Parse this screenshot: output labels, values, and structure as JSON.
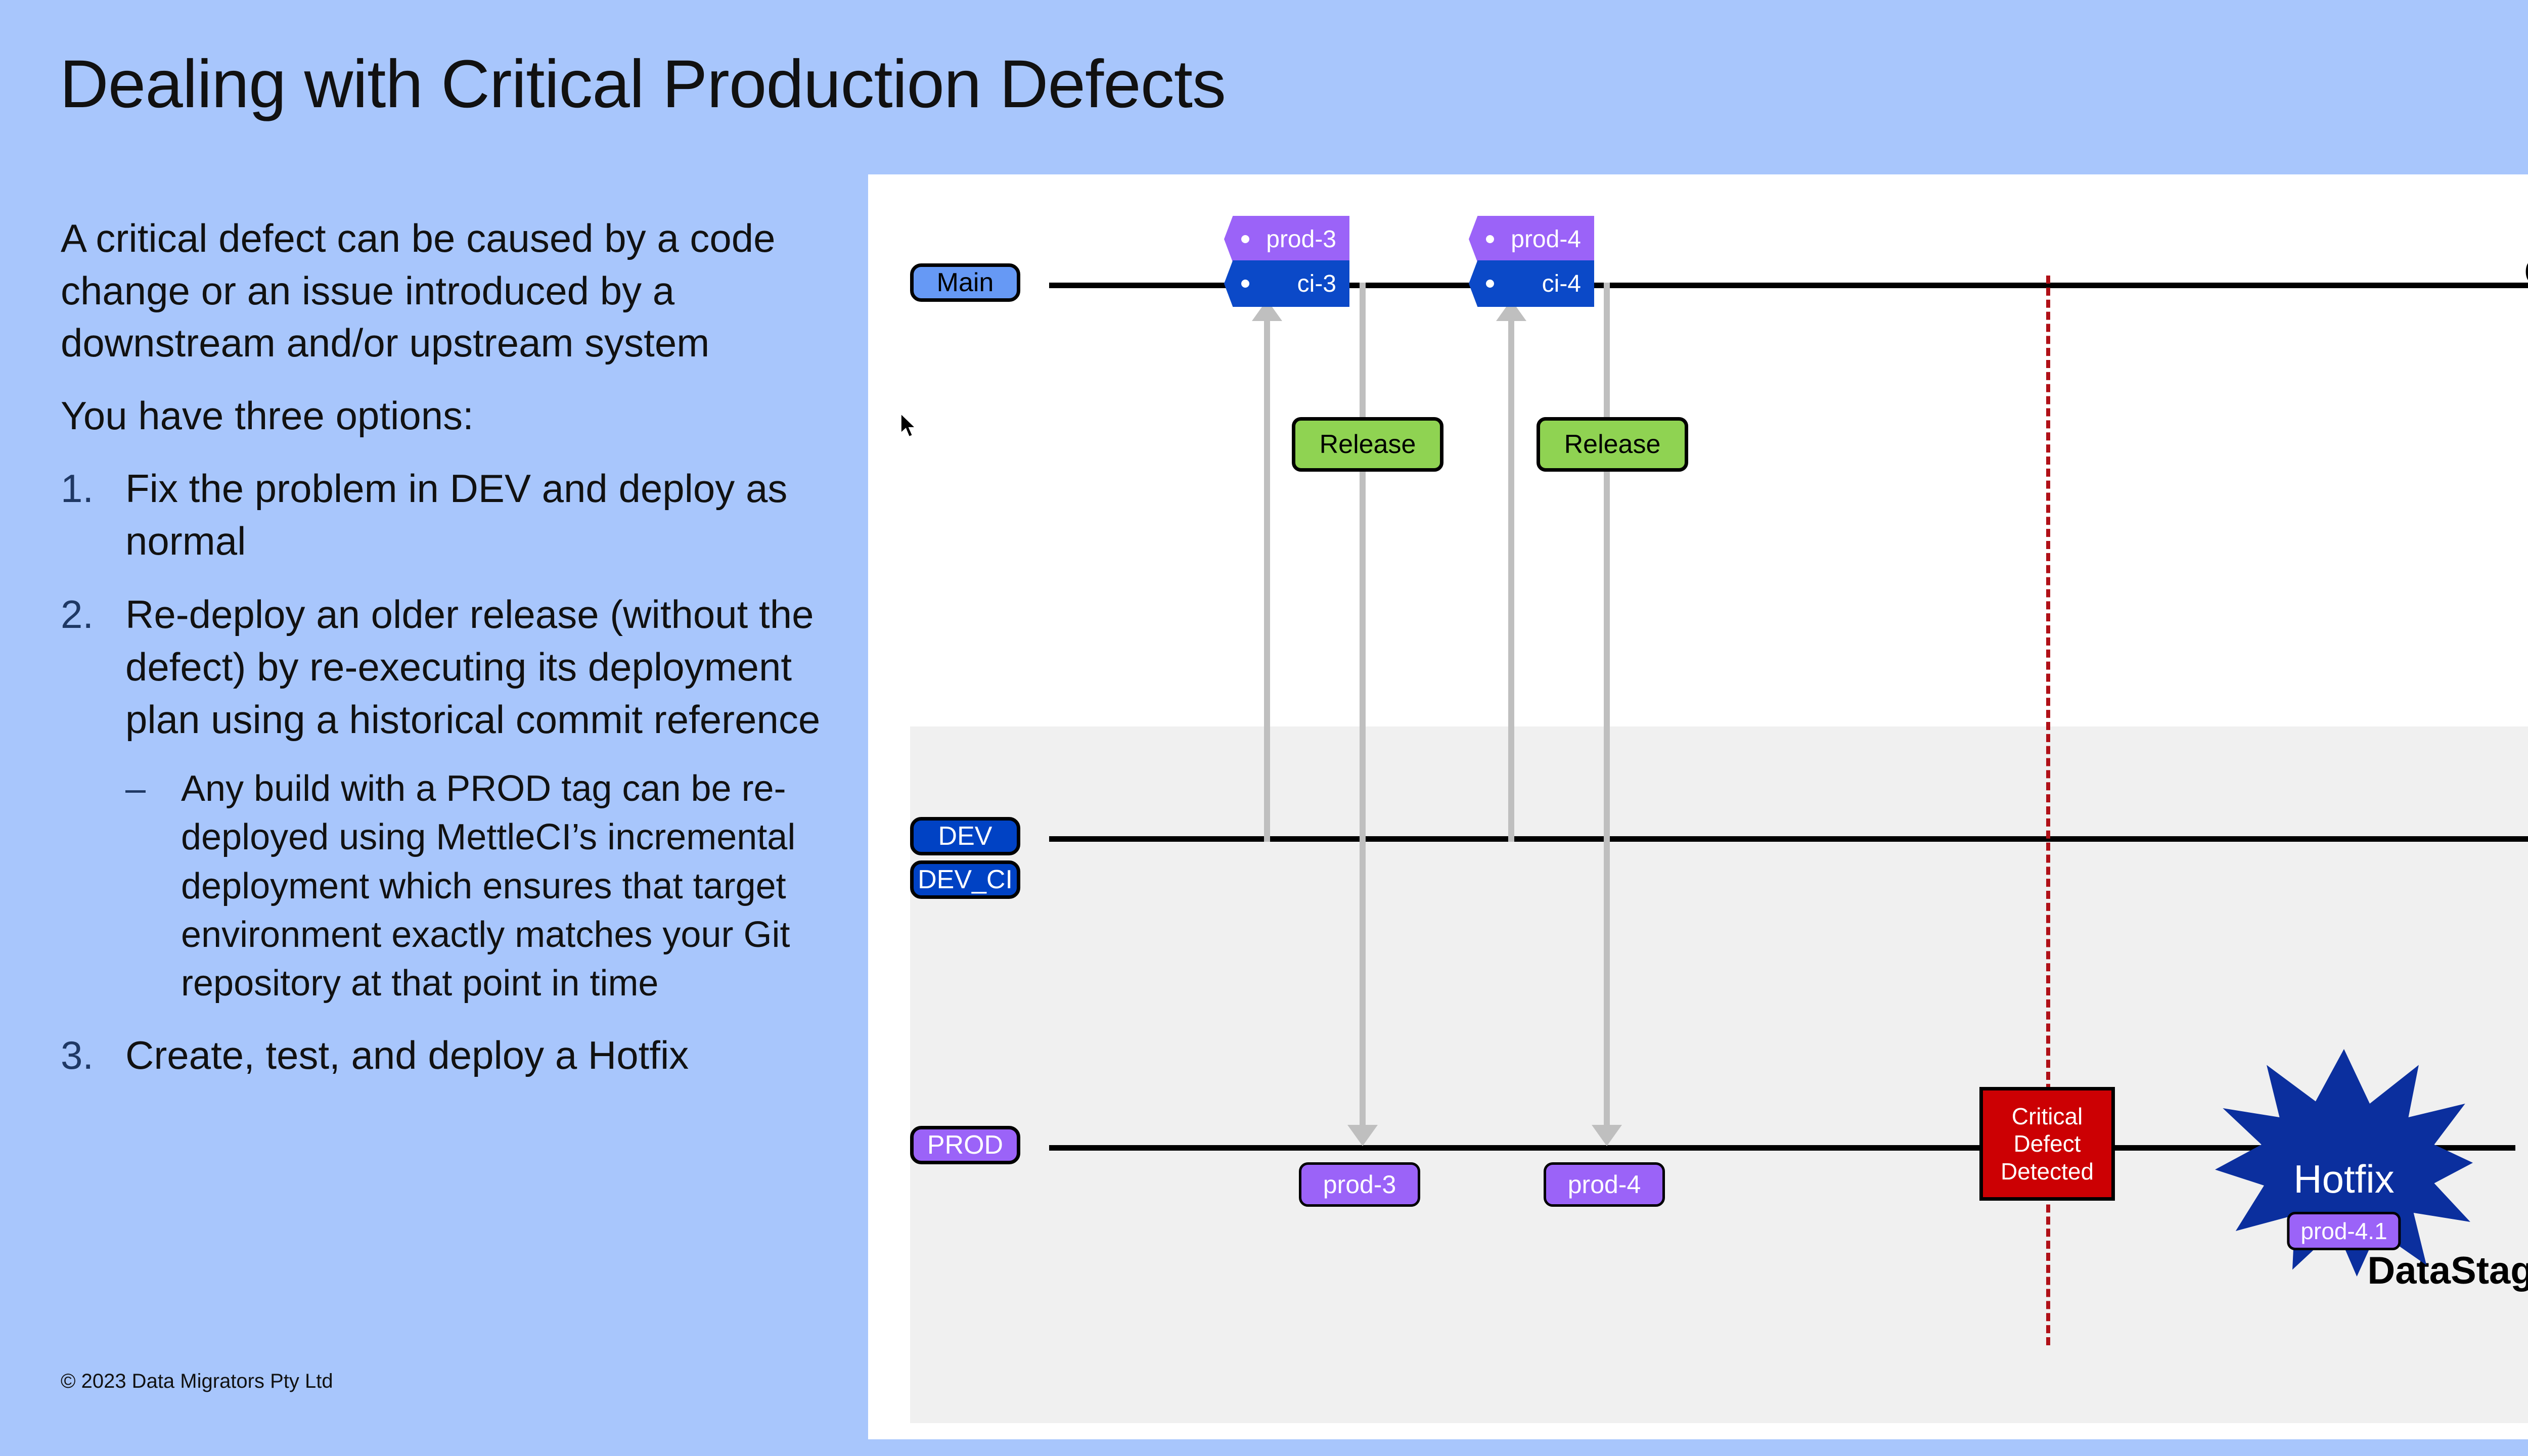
{
  "slide": {
    "title": "Dealing with Critical Production Defects",
    "copyright": "© 2023 Data Migrators Pty Ltd",
    "background_color": "#A8C6FC"
  },
  "body": {
    "intro_paragraph": "A critical defect can be caused by a code change or an issue introduced by a downstream and/or upstream system",
    "lead_in": "You have three options:",
    "options": [
      {
        "number": "1.",
        "text": "Fix the problem in DEV and deploy as normal",
        "sub_bullets": []
      },
      {
        "number": "2.",
        "text": "Re-deploy an older release (without the defect) by re-executing its deployment plan using a historical commit reference",
        "sub_bullets": [
          {
            "dash": "–",
            "text": "Any build with a PROD tag can be re-deployed using MettleCI’s incremental deployment which ensures that target environment exactly matches your Git repository at that point in time"
          }
        ]
      },
      {
        "number": "3.",
        "text": "Create, test, and deploy a Hotfix",
        "sub_bullets": []
      }
    ]
  },
  "diagram": {
    "git_label": "Git",
    "datastage_label": "DataStage",
    "branches": [
      {
        "name": "Main",
        "style": "main"
      },
      {
        "name": "DEV",
        "style": "dev"
      },
      {
        "name": "DEV_CI",
        "style": "dev"
      },
      {
        "name": "PROD",
        "style": "prod"
      }
    ],
    "git_tags": [
      {
        "label": "prod-3",
        "kind": "prod"
      },
      {
        "label": "ci-3",
        "kind": "ci"
      },
      {
        "label": "prod-4",
        "kind": "prod"
      },
      {
        "label": "ci-4",
        "kind": "ci"
      }
    ],
    "release_boxes": [
      {
        "label": "Release"
      },
      {
        "label": "Release"
      }
    ],
    "prod_deploy_tags": [
      {
        "label": "prod-3"
      },
      {
        "label": "prod-4"
      }
    ],
    "defect": {
      "line1": "Critical",
      "line2": "Defect",
      "line3": "Detected",
      "box_color": "#CC0003",
      "dotted_line_color": "#B01017"
    },
    "hotfix": {
      "label": "Hotfix",
      "tag": "prod-4.1",
      "star_color": "#0B2F9E",
      "tag_color": "#9B63F8"
    },
    "colors": {
      "main_branch": "#6699F5",
      "dev_branch": "#0042C4",
      "prod_branch": "#9B63F8",
      "release": "#8FD352",
      "flow_arrow": "#BFBFBF",
      "env_band": "#F0F0F0"
    }
  }
}
